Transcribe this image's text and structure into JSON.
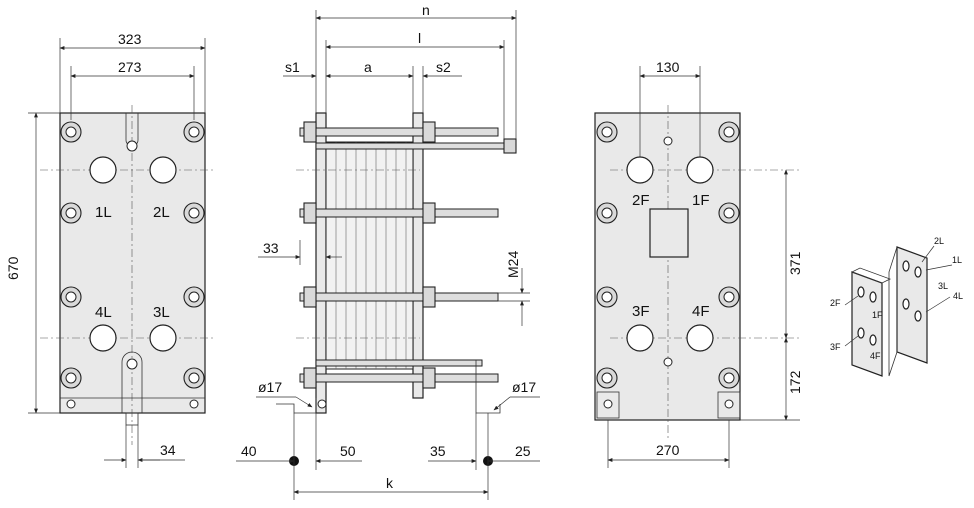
{
  "front_view": {
    "dim_width_outer": "323",
    "dim_width_inner": "273",
    "dim_height": "670",
    "dim_foot": "34",
    "port_labels": [
      "1L",
      "2L",
      "4L",
      "3L"
    ]
  },
  "side_view": {
    "dim_n": "n",
    "dim_l": "l",
    "dim_s1": "s1",
    "dim_a": "a",
    "dim_s2": "s2",
    "dim_33": "33",
    "dim_m24": "M24",
    "dim_d17_left": "ø17",
    "dim_d17_right": "ø17",
    "dim_40": "40",
    "dim_50": "50",
    "dim_35": "35",
    "dim_25": "25",
    "dim_k": "k"
  },
  "rear_view": {
    "dim_130": "130",
    "dim_371": "371",
    "dim_172": "172",
    "dim_270": "270",
    "port_labels": [
      "2F",
      "1F",
      "3F",
      "4F"
    ]
  },
  "iso_view": {
    "labels": [
      "2L",
      "1L",
      "3L",
      "4L",
      "2F",
      "1F",
      "3F",
      "4F"
    ]
  }
}
